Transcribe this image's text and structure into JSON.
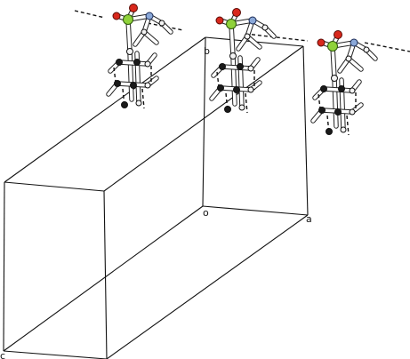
{
  "axes": {
    "origin_label": "o",
    "a_label": "a",
    "b_label": "b",
    "c_label": "c"
  },
  "colors": {
    "oxygen": "#d8281c",
    "sulfur": "#8fd23a",
    "nitrogen": "#8aa8d8",
    "carbon": "#f4f4f4",
    "carbon_shaded": "#1a1a1a",
    "line": "#111111"
  },
  "molecule_copies": 3,
  "hydrogen_bond_style": "dashed"
}
